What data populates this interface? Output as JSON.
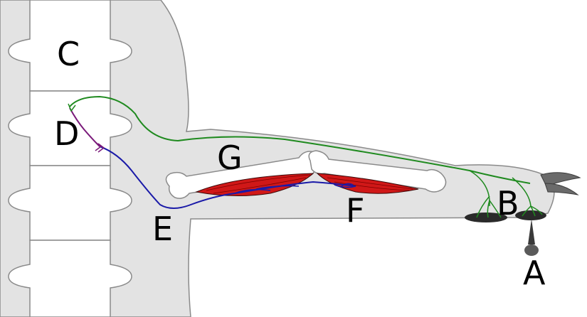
{
  "labels": {
    "A": "A",
    "B": "B",
    "C": "C",
    "D": "D",
    "E": "E",
    "F": "F",
    "G": "G"
  },
  "colors": {
    "tissue": "#e3e3e3",
    "tissue_outline": "#8a8a8a",
    "bone": "#ffffff",
    "sensory_neuron": "#1f8a1f",
    "interneuron": "#7a1a7a",
    "motor_neuron": "#1a1aa8",
    "muscle": "#d01818",
    "pad": "#2a2a2a",
    "claw": "#6a6a6a"
  }
}
